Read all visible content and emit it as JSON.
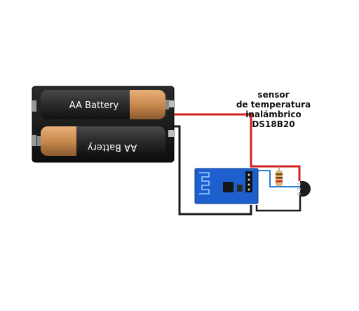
{
  "caption": {
    "lines": [
      "sensor",
      "de temperatura",
      "inalámbrico",
      "DS18B20"
    ]
  },
  "batteries": [
    {
      "label": "AA Battery",
      "orientation": "normal"
    },
    {
      "label": "AA Battery",
      "orientation": "inverted"
    }
  ],
  "colors": {
    "holder": "#1b1b1b",
    "cell_dark": "#2a2a2a",
    "cell_copper": "#c98a4e",
    "wire_red": "#d42020",
    "wire_black": "#1a1a1a",
    "pcb_blue": "#1e5fd0",
    "resistor": "#d9b873"
  }
}
